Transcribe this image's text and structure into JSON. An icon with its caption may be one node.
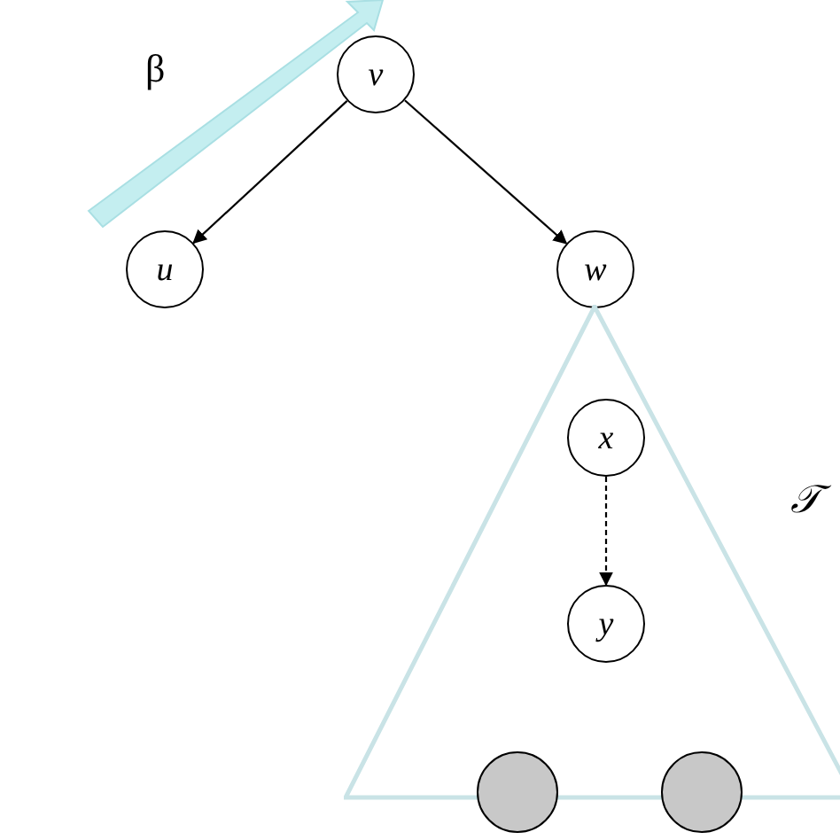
{
  "diagram": {
    "nodes": [
      {
        "text": [
          "v"
        ]
      },
      {
        "text": [
          "u"
        ]
      },
      {
        "text": [
          "w"
        ]
      },
      {
        "text": [],
        "shape": "triangle",
        "beside": [
          "𝒯"
        ]
      },
      {
        "text": [
          "x"
        ],
        "in": 3
      },
      {
        "text": [
          "y"
        ],
        "in": 3
      },
      {
        "text": [],
        "shape": "circle"
      },
      {
        "text": [],
        "shape": "circle"
      }
    ],
    "edges": [
      {
        "from": 0,
        "to": 1,
        "arrow": "to"
      },
      {
        "from": 0,
        "to": 2,
        "arrow": "to"
      },
      {
        "from": 4,
        "to": 5,
        "arrow": "to",
        "style": "dashed"
      }
    ],
    "labels": [
      "β"
    ]
  }
}
